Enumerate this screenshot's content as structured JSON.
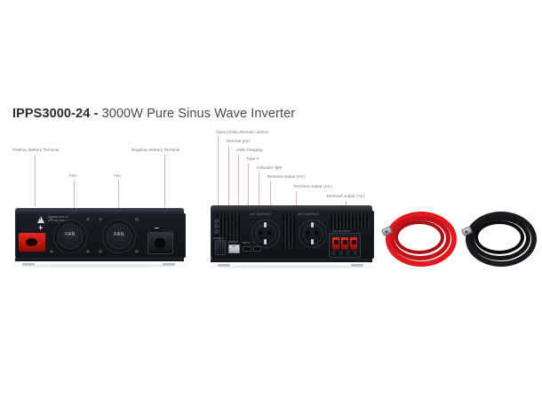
{
  "page": {
    "background": "#ffffff",
    "leader_line_color": "#d9b3b8",
    "label_color": "#7a6f6f"
  },
  "title": {
    "model": "IPPS3000-24 -",
    "description": "3000W Pure Sinus Wave Inverter"
  },
  "left_unit": {
    "name": "battery-side-panel",
    "warning_line1": "WARNING! RISK OF",
    "warning_line2": "ELECTRIC SHOCK",
    "positive_mark": "+",
    "negative_mark": "−",
    "fan_label_1": "FAN",
    "fan_label_2": "FAN",
    "terminal_positive_color": "#b8150f",
    "terminal_negative_color": "#1a1e25"
  },
  "right_unit": {
    "name": "ac-output-panel",
    "ac_output_label_1": "AC  OUTPUT",
    "ac_output_label_2": "AC  OUTPUT",
    "ac_output_label_3": "AC  OUTPUT",
    "port_caption_power": "POWER",
    "port_caption_remote": "REMOTE",
    "port_caption_usb": "USB 5V",
    "port_caption_typec": "TYPE-C",
    "terminal_block_color": "#a81510"
  },
  "callouts_left": [
    {
      "id": "positive-battery-terminal",
      "label": "Positive Battery Terminal"
    },
    {
      "id": "fan-left",
      "label": "Fan"
    },
    {
      "id": "fan-right",
      "label": "Fan"
    },
    {
      "id": "negative-battery-terminal",
      "label": "Negative Battery Terminls"
    }
  ],
  "callouts_right": [
    {
      "id": "open-close-remote-control",
      "label": "Open,Close,Remote control"
    },
    {
      "id": "remote-port",
      "label": "Remote port"
    },
    {
      "id": "usb-charging",
      "label": "USB charging"
    },
    {
      "id": "type-c",
      "label": "Type-C"
    },
    {
      "id": "indicator-light",
      "label": "Indicator light"
    },
    {
      "id": "terminal-output-ac-1",
      "label": "Terminal output (AC)"
    },
    {
      "id": "terminal-output-ac-2",
      "label": "Terminal output (AC)"
    },
    {
      "id": "terminal-output-ac-3",
      "label": "Terminal output (AC)"
    }
  ],
  "cables": [
    {
      "id": "positive-cable",
      "color": "#c3141a",
      "name": "red-battery-cable"
    },
    {
      "id": "negative-cable",
      "color": "#131316",
      "name": "black-battery-cable"
    }
  ]
}
